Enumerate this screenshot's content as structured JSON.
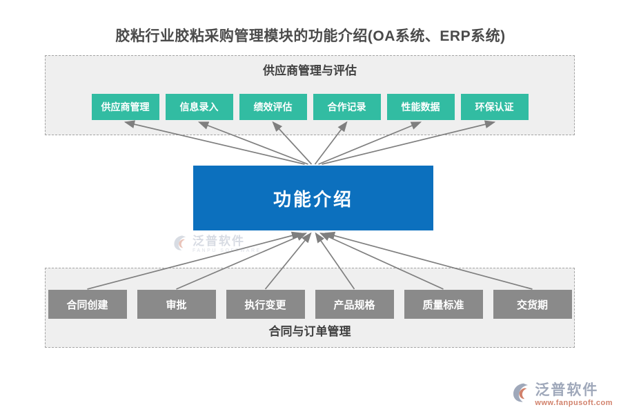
{
  "title": "胶粘行业胶粘采购管理模块的功能介绍(OA系统、ERP系统)",
  "center_node": {
    "label": "功能介绍"
  },
  "supplier_section": {
    "header": "供应商管理与评估",
    "items": [
      "供应商管理",
      "信息录入",
      "绩效评估",
      "合作记录",
      "性能数据",
      "环保认证"
    ]
  },
  "contract_section": {
    "header": "合同与订单管理",
    "items": [
      "合同创建",
      "审批",
      "执行变更",
      "产品规格",
      "质量标准",
      "交货期"
    ]
  },
  "watermark_center": {
    "brand": "泛普软件",
    "brand_sub": "FANPU SOFTWARE"
  },
  "footer_brand": {
    "brand": "泛普软件",
    "website": "www.fanpusoft.com"
  },
  "colors": {
    "teal": "#32BCA2",
    "blue": "#0C70BE",
    "gray_node": "#8A8A8A",
    "arrow": "#7F7F7F",
    "section_bg": "#EFEFEF",
    "section_border": "#A3A3A3",
    "title_text": "#4A4A4A",
    "header_text": "#3F3F3F"
  }
}
